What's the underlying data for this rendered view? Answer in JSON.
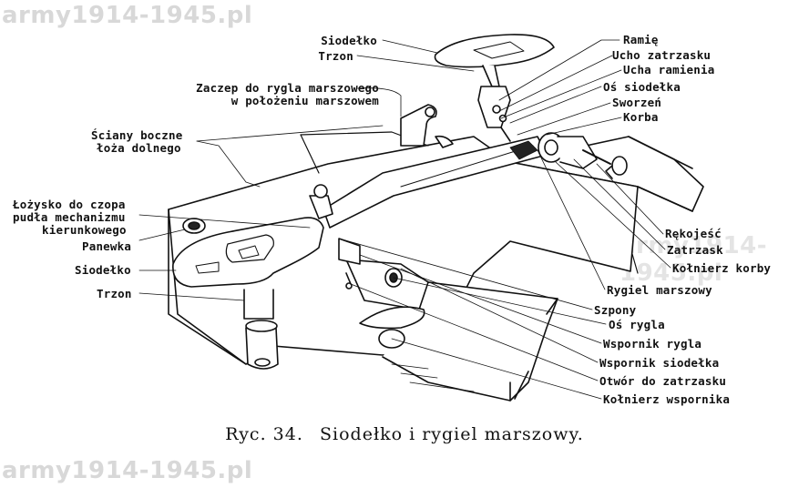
{
  "watermark": {
    "top_left": "army1914-1945.pl",
    "bottom_left": "army1914-1945.pl",
    "right_mid": "army1914-1945.pl"
  },
  "caption": {
    "figure": "Ryc. 34.",
    "title": "Siodełko i rygiel marszowy."
  },
  "labels_left": {
    "siodelko_top": "Siodełko",
    "trzon_top": "Trzon",
    "zaczep_line1": "Zaczep do rygla marszowego",
    "zaczep_line2": "w położeniu marszowem",
    "sciany_line1": "Ściany boczne",
    "sciany_line2": "łoża dolnego",
    "lozysko_line1": "Łożysko do czopa",
    "lozysko_line2": "pudła mechanizmu",
    "lozysko_line3": "kierunkowego",
    "panewka": "Panewka",
    "siodelko_bottom": "Siodełko",
    "trzon_bottom": "Trzon"
  },
  "labels_right_top": {
    "ramie": "Ramię",
    "ucho_zatrzasku": "Ucho zatrzasku",
    "ucha_ramienia": "Ucha ramienia",
    "os_siodelka": "Oś siodełka",
    "sworzen": "Sworzeń",
    "korba": "Korba"
  },
  "labels_right_bottom": {
    "rekojesc": "Rękojeść",
    "zatrzask": "Zatrzask",
    "kolnierz_korby": "Kołnierz korby",
    "rygiel_marszowy": "Rygiel marszowy",
    "szpony": "Szpony",
    "os_rygla": "Oś rygla",
    "wspornik_rygla": "Wspornik rygla",
    "wspornik_siodelka": "Wspornik siodełka",
    "otwor_do_zatrzasku": "Otwór do zatrzasku",
    "kolnierz_wspornika": "Kołnierz wspornika"
  }
}
